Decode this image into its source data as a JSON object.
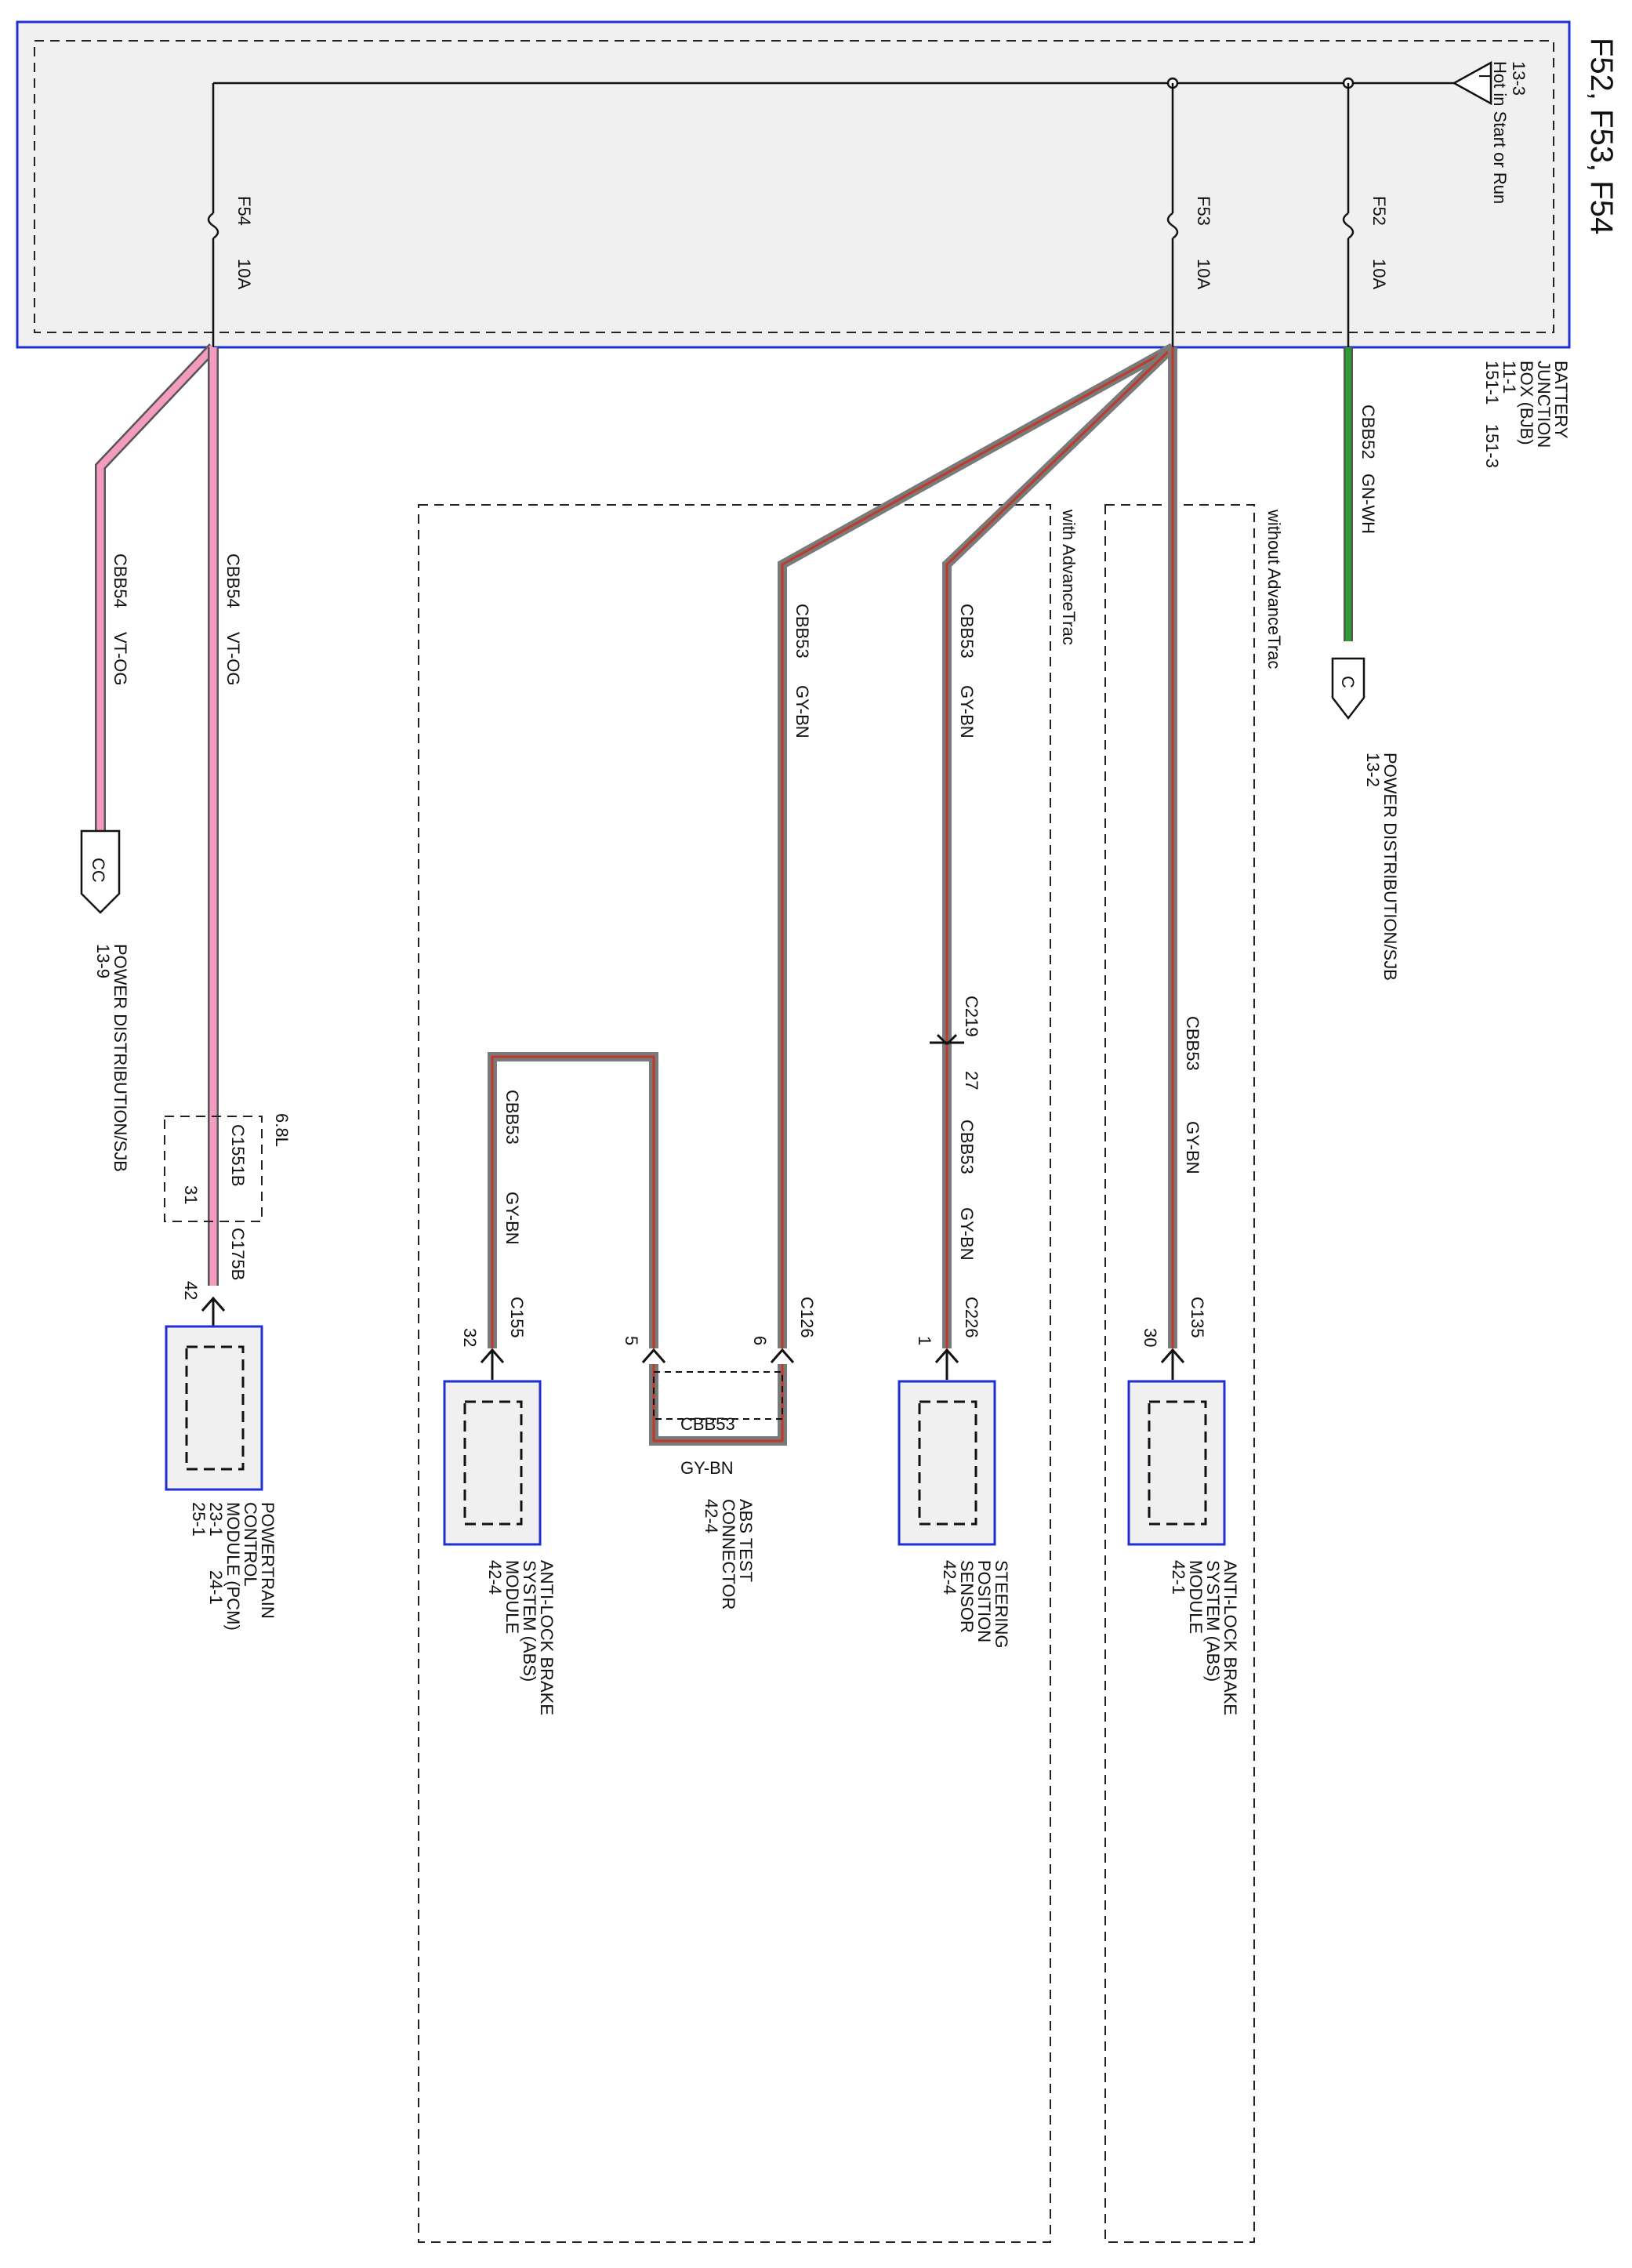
{
  "title": "F52, F53, F54",
  "bjb": {
    "hot_label": "Hot in Start or Run",
    "hot_ref": "13-3",
    "name_lines": [
      "BATTERY",
      "JUNCTION",
      "BOX (BJB)",
      "11-1",
      "151-1    151-3"
    ],
    "fuses": [
      {
        "id": "F54",
        "rating": "10A"
      },
      {
        "id": "F53",
        "rating": "10A"
      },
      {
        "id": "F52",
        "rating": "10A"
      }
    ],
    "hot_symbol": "I"
  },
  "wires": {
    "cbb54_label": "CBB54",
    "cbb54_color": "VT-OG",
    "cbb53_label": "CBB53",
    "cbb53_color": "GY-BN",
    "cbb52_label": "CBB52",
    "cbb52_color": "GN-WH"
  },
  "regions": {
    "with_advancetrac": "with AdvanceTrac",
    "without_advancetrac": "without AdvanceTrac"
  },
  "offpage": {
    "cc_letter": "CC",
    "cc_label": "POWER DISTRIBUTION/SJB",
    "cc_ref": "13-9",
    "c_letter": "C",
    "c_label": "POWER DISTRIBUTION/SJB",
    "c_ref": "13-2"
  },
  "connectors": {
    "c1551b": "C1551B",
    "c1551b_pin": "31",
    "c1551b_note": "6.8L",
    "c175b": "C175B",
    "c175b_pin": "42",
    "c155": "C155",
    "c155_pin": "32",
    "c126": "C126",
    "c126_pin5": "5",
    "c126_pin6": "6",
    "c219": "C219",
    "c219_pin": "27",
    "c226": "C226",
    "c226_pin": "1",
    "c135": "C135",
    "c135_pin": "30"
  },
  "components": {
    "pcm_lines": [
      "POWERTRAIN",
      "CONTROL",
      "MODULE (PCM)",
      "23-1       24-1",
      "25-1"
    ],
    "abs1_lines": [
      "ANTI-LOCK BRAKE",
      "SYSTEM (ABS)",
      "MODULE",
      "42-4"
    ],
    "test_lines": [
      "ABS TEST",
      "CONNECTOR",
      "42-4"
    ],
    "sps_lines": [
      "STEERING",
      "POSITION",
      "SENSOR",
      "42-4"
    ],
    "abs2_lines": [
      "ANTI-LOCK BRAKE",
      "SYSTEM (ABS)",
      "MODULE",
      "42-1"
    ]
  },
  "colors": {
    "vt_og": "#f49bc0",
    "gy": "#7a7a7a",
    "bn": "#c0392b",
    "gn": "#2e9e2e",
    "bjb_border": "#1f2fd0"
  }
}
